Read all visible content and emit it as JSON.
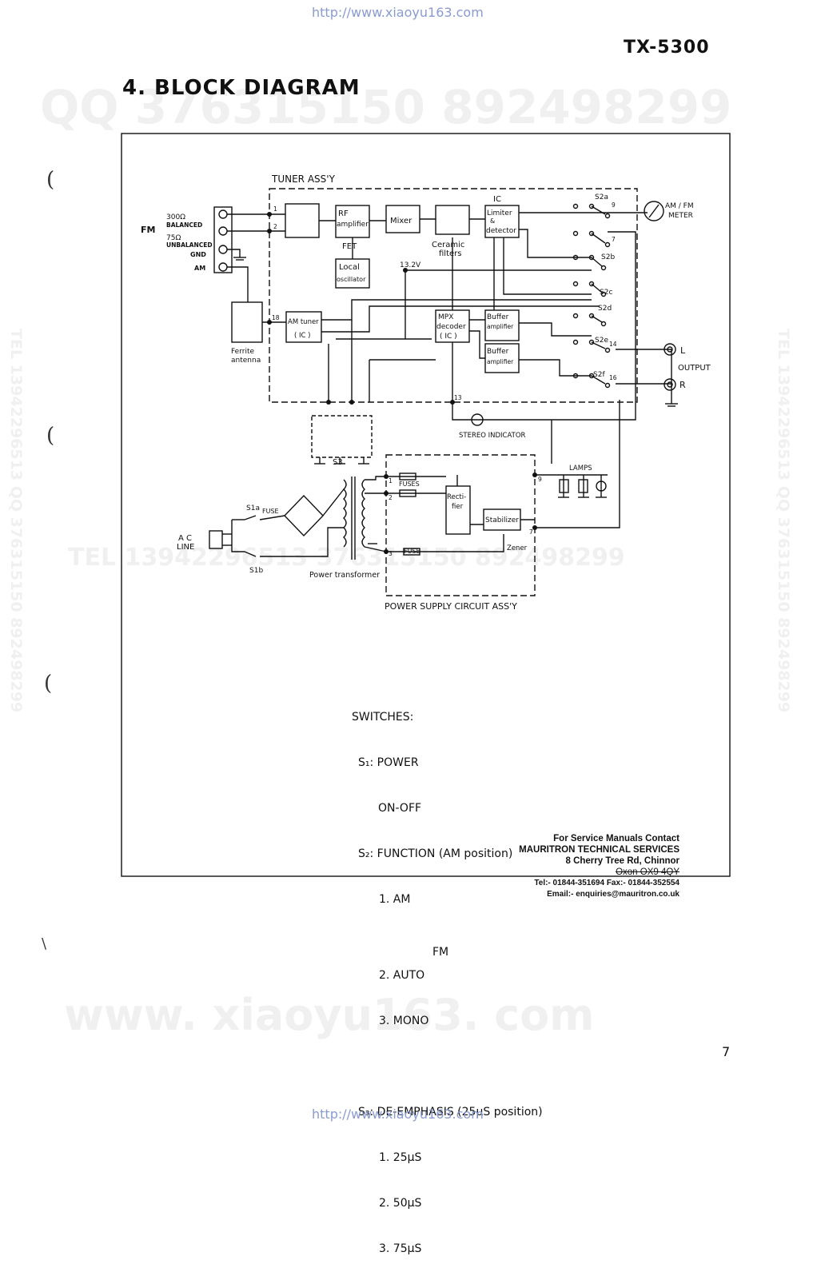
{
  "header": {
    "top_url": "http://www.xiaoyu163.com",
    "model": "TX-5300",
    "section_title": "4. BLOCK DIAGRAM"
  },
  "watermarks": {
    "qq_top": "QQ 376315150  892498299",
    "tel_mid": "TEL 13942296513    376315150  892498299",
    "side_left": "TEL 13942296513  QQ 376315150  892498299",
    "side_right": "TEL 13942296513  QQ 376315150  892498299",
    "bottom": "www. xiaoyu163. com"
  },
  "diagram": {
    "tuner_assy": "TUNER ASS'Y",
    "fm": "FM",
    "ohm300": "300Ω",
    "balanced": "BALANCED",
    "ohm75": "75Ω",
    "unbalanced": "UNBALANCED",
    "gnd": "GND",
    "am": "AM",
    "rf_amp_1": "RF",
    "rf_amp_2": "amplifier",
    "fet": "FET",
    "mixer": "Mixer",
    "ceramic_1": "Ceramic",
    "ceramic_2": "filters",
    "ic": "IC",
    "limiter_1": "Limiter",
    "limiter_2": "&",
    "limiter_3": "detector",
    "local_1": "Local",
    "local_2": "oscillator",
    "v132": "13.2V",
    "ferrite_1": "Ferrite",
    "ferrite_2": "antenna",
    "am_tuner_1": "AM tuner",
    "am_tuner_2": "( IC )",
    "mpx_1": "MPX",
    "mpx_2": "decoder",
    "mpx_3": "( IC )",
    "buffer_1": "Buffer",
    "buffer_2": "amplifier",
    "meter_1": "AM / FM",
    "meter_2": "METER",
    "s2a": "S2a",
    "s2b": "S2b",
    "s2c": "S2c",
    "s2d": "S2d",
    "s2e": "S2e",
    "s2f": "S2f",
    "l": "L",
    "r": "R",
    "output": "OUTPUT",
    "stereo_indicator": "STEREO INDICATOR",
    "s3": "S3",
    "lamps": "LAMPS",
    "fuses": "FUSES",
    "fuse": "FUSE",
    "rectifier_1": "Recti-",
    "rectifier_2": "fier",
    "stabilizer": "Stabilizer",
    "zener": "Zener",
    "s1a": "S1a",
    "s1b": "S1b",
    "ac_1": "A C",
    "ac_2": "LINE",
    "power_transformer": "Power transformer",
    "power_supply": "POWER  SUPPLY  CIRCUIT  ASS'Y",
    "pins": [
      "1",
      "2",
      "18",
      "9",
      "7",
      "14",
      "16",
      "13",
      "1",
      "2",
      "3",
      "9",
      "7"
    ]
  },
  "switches": {
    "heading": "SWITCHES:",
    "s1": "S₁: POWER",
    "s1_sub": "ON-OFF",
    "s2": "S₂: FUNCTION (AM position)",
    "s2_1": "1. AM",
    "s2_2": "2. AUTO",
    "s2_3": "3. MONO",
    "s2_fm": "FM",
    "s3": "S₃: DE-EMPHASIS (25μS position)",
    "s3_1": "1. 25μS",
    "s3_2": "2. 50μS",
    "s3_3": "3. 75μS"
  },
  "contact": {
    "line1": "For Service Manuals Contact",
    "line2": "MAURITRON TECHNICAL SERVICES",
    "line3": "8 Cherry Tree Rd, Chinnor",
    "line4": "Oxon OX9 4QY",
    "line5": "Tel:- 01844-351694 Fax:- 01844-352554",
    "line6": "Email:- enquiries@mauritron.co.uk"
  },
  "footer": {
    "page_number": "7",
    "bottom_url": "http://www.xiaoyu163.com"
  }
}
